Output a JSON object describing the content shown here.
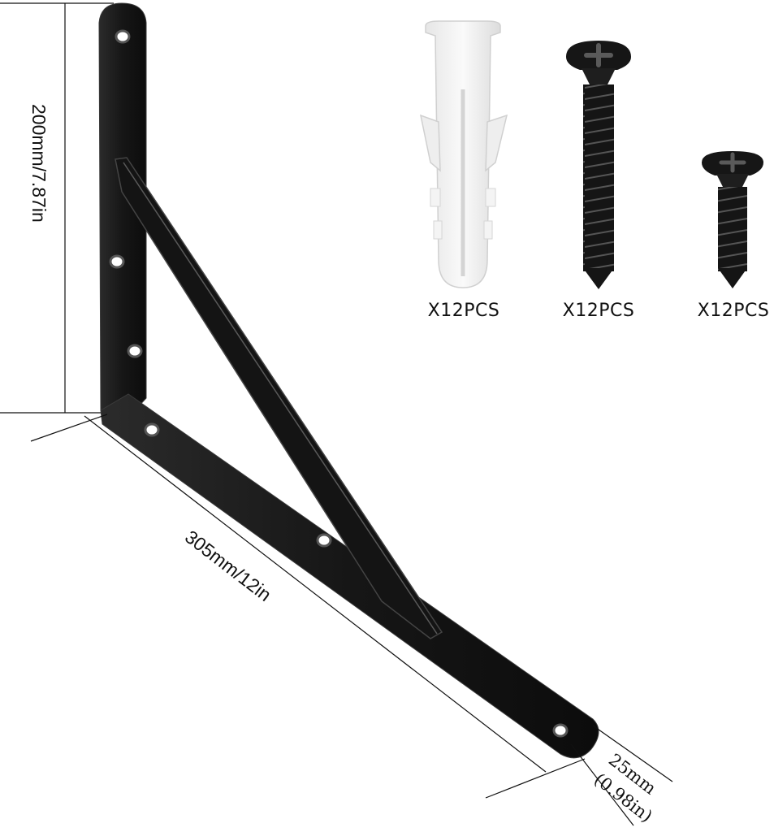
{
  "dimensions": {
    "height_label": "200mm/7.87in",
    "length_label": "305mm/12in",
    "width_label_mm": "25mm",
    "width_label_in": "(0.98in)"
  },
  "hardware": [
    {
      "name": "wall-anchor",
      "quantity_label": "X12PCS",
      "color": "#efefef"
    },
    {
      "name": "long-screw",
      "quantity_label": "X12PCS",
      "color": "#1a1a1a"
    },
    {
      "name": "short-screw",
      "quantity_label": "X12PCS",
      "color": "#1a1a1a"
    }
  ],
  "colors": {
    "bracket": "#1c1c1c",
    "bracket_edge": "#3a3a3a",
    "dimension_line": "#111111",
    "background": "#ffffff"
  }
}
